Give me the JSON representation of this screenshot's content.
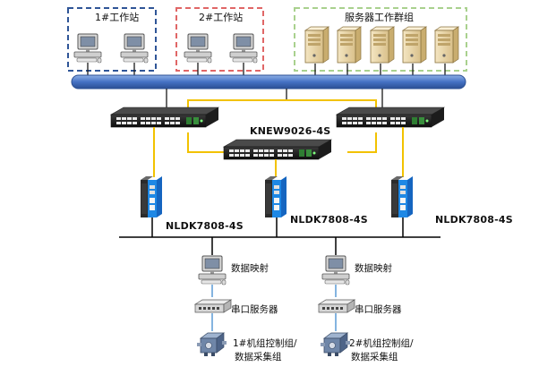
{
  "groups": {
    "workstation1": "1#工作站",
    "workstation2": "2#工作站",
    "server_group": "服务器工作群组"
  },
  "switches": {
    "core_model": "KNEW9026-4S",
    "access_model": "NLDK7808-4S"
  },
  "field": {
    "left": {
      "data_mapping": "数据映射",
      "serial_server": "串口服务器",
      "unit_line1": "1#机组控制组/",
      "unit_line2": "数据采集组"
    },
    "right": {
      "data_mapping": "数据映射",
      "serial_server": "串口服务器",
      "unit_line1": "2#机组控制组/",
      "unit_line2": "数据采集组"
    }
  },
  "colors": {
    "workstation1_border": "#2f5597",
    "workstation2_border": "#e06666",
    "server_group_border": "#a9d18e",
    "backbone_bus": "#4472c4",
    "fiber_ring": "#f2c200",
    "bus_line": "#000000"
  }
}
